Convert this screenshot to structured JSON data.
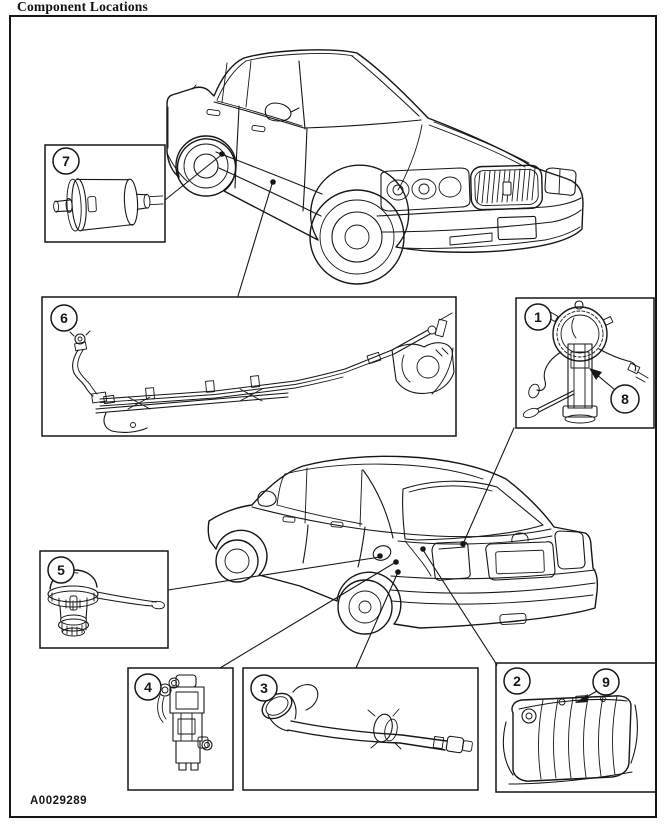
{
  "page": {
    "title": "Component Locations",
    "figure_id": "A0029289"
  },
  "colors": {
    "ink": "#161616",
    "paper": "#ffffff"
  },
  "callouts": {
    "c1": {
      "number": "1",
      "depicts": "fuel-pump-and-sender-assembly"
    },
    "c2": {
      "number": "2",
      "depicts": "fuel-tank"
    },
    "c3": {
      "number": "3",
      "depicts": "fuel-filler-pipe"
    },
    "c4": {
      "number": "4",
      "depicts": "fuel-vent-valve"
    },
    "c5": {
      "number": "5",
      "depicts": "fuel-filler-cap"
    },
    "c6": {
      "number": "6",
      "depicts": "underbody-fuel-line-routing"
    },
    "c7": {
      "number": "7",
      "depicts": "inline-fuel-filter"
    },
    "c8": {
      "number": "8",
      "depicts": "fuel-pump-pointer"
    },
    "c9": {
      "number": "9",
      "depicts": "fuel-tank-line-pointer"
    }
  },
  "illustrations": {
    "top_car": "sedan-front-three-quarter-view",
    "bottom_car": "sedan-rear-three-quarter-view"
  }
}
